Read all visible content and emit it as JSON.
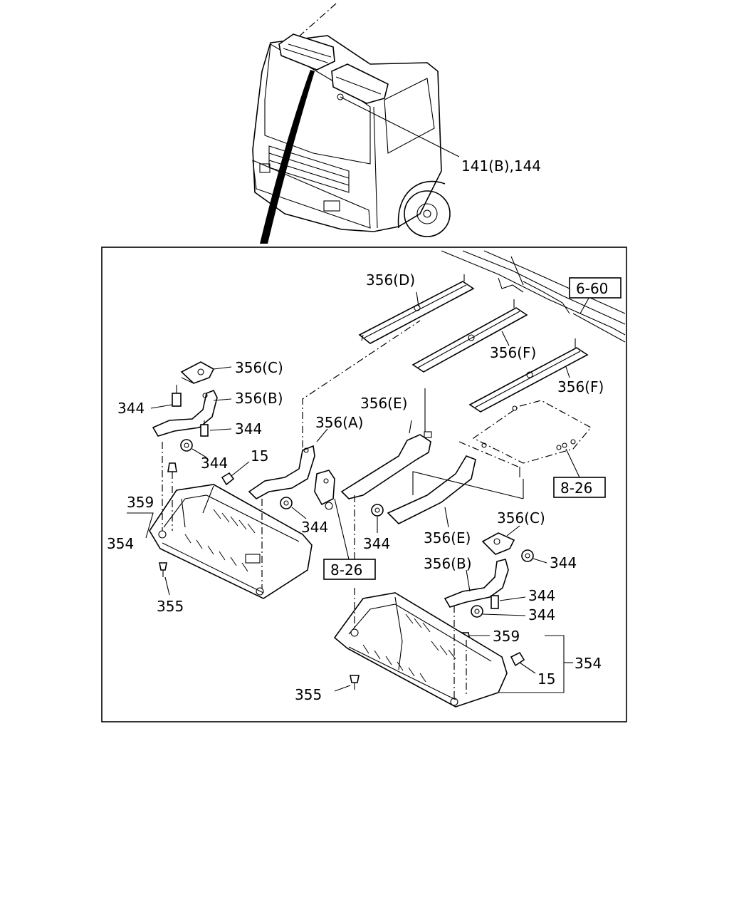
{
  "labels": {
    "l_141_144": "141(B),144",
    "l_6_60": "6-60",
    "l_356D": "356(D)",
    "l_356F_1": "356(F)",
    "l_356F_2": "356(F)",
    "l_356C_left": "356(C)",
    "l_356B_left": "356(B)",
    "l_344_a": "344",
    "l_344_b": "344",
    "l_344_c": "344",
    "l_15_left": "15",
    "l_356E_top": "356(E)",
    "l_356A": "356(A)",
    "l_8_26_right": "8-26",
    "l_359_left": "359",
    "l_354_left": "354",
    "l_344_d": "344",
    "l_344_e": "344",
    "l_356E_bottom": "356(E)",
    "l_8_26_center": "8-26",
    "l_356C_right": "356(C)",
    "l_344_f": "344",
    "l_355_left": "355",
    "l_356B_right": "356(B)",
    "l_344_g": "344",
    "l_344_h": "344",
    "l_359_right": "359",
    "l_354_right": "354",
    "l_15_right": "15",
    "l_355_right": "355"
  }
}
